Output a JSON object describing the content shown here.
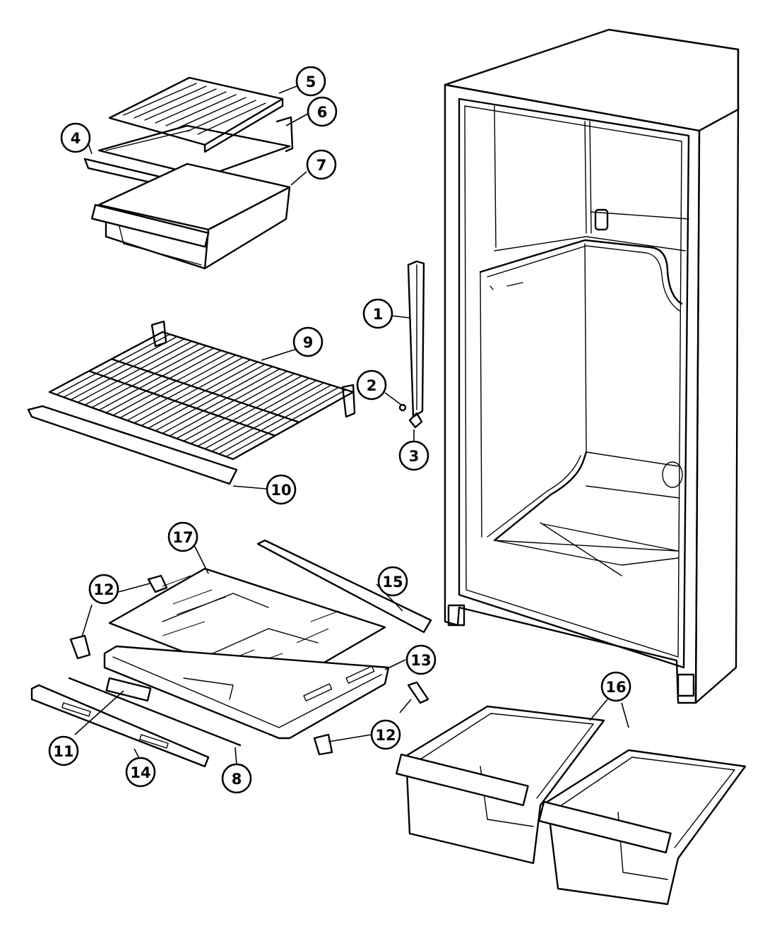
{
  "diagram": {
    "callouts": [
      {
        "id": "c1",
        "label": "1"
      },
      {
        "id": "c2",
        "label": "2"
      },
      {
        "id": "c3",
        "label": "3"
      },
      {
        "id": "c4",
        "label": "4"
      },
      {
        "id": "c5",
        "label": "5"
      },
      {
        "id": "c6",
        "label": "6"
      },
      {
        "id": "c7",
        "label": "7"
      },
      {
        "id": "c8",
        "label": "8"
      },
      {
        "id": "c9",
        "label": "9"
      },
      {
        "id": "c10",
        "label": "10"
      },
      {
        "id": "c11",
        "label": "11"
      },
      {
        "id": "c12a",
        "label": "12"
      },
      {
        "id": "c12b",
        "label": "12"
      },
      {
        "id": "c13",
        "label": "13"
      },
      {
        "id": "c14",
        "label": "14"
      },
      {
        "id": "c15",
        "label": "15"
      },
      {
        "id": "c16",
        "label": "16"
      },
      {
        "id": "c17",
        "label": "17"
      }
    ]
  }
}
